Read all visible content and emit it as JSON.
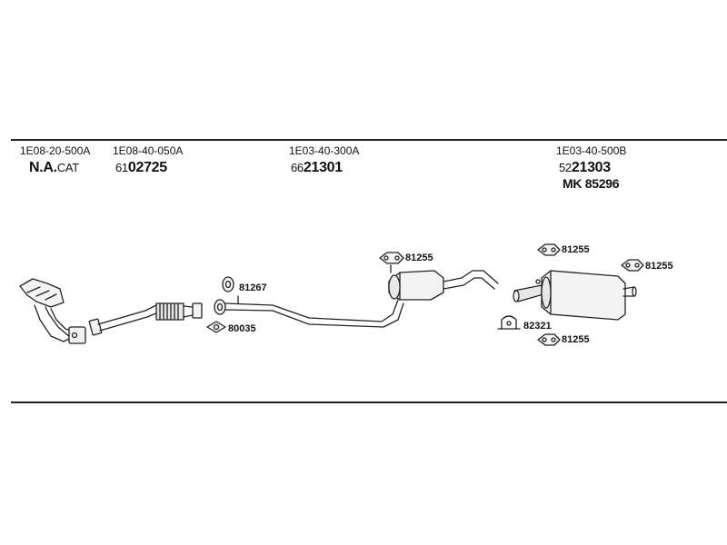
{
  "columns": [
    {
      "code": "1E08-20-500A",
      "prefix": "N.A.",
      "number": "CAT"
    },
    {
      "code": "1E08-40-050A",
      "prefix": "61",
      "number": "02725"
    },
    {
      "code": "1E03-40-300A",
      "prefix": "66",
      "number": "21301"
    },
    {
      "code": "1E03-40-500B",
      "prefix": "52",
      "number": "21303",
      "extra": "MK 85296"
    }
  ],
  "callouts": {
    "c81267": "81267",
    "c80035": "80035",
    "c81255_mid": "81255",
    "c81255_top": "81255",
    "c81255_right": "81255",
    "c82321": "82321",
    "c81255_bottom": "81255"
  }
}
